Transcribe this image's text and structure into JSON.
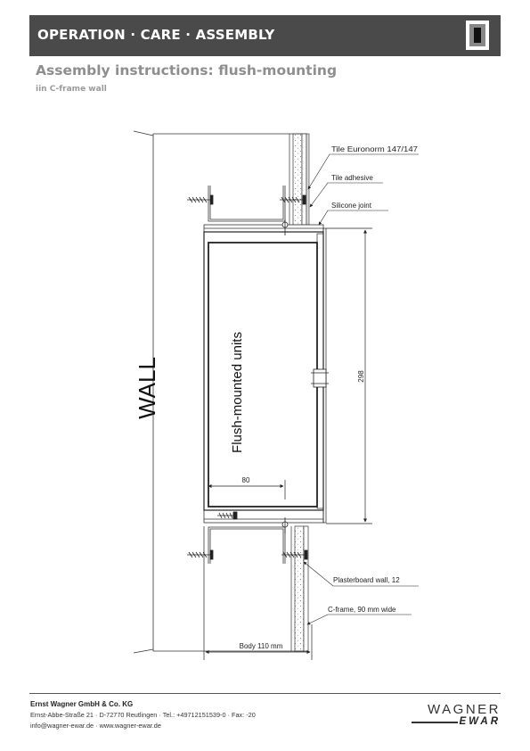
{
  "header": {
    "title": "OPERATION · CARE · ASSEMBLY"
  },
  "page": {
    "title": "Assembly instructions: flush-mounting",
    "subtitle": "iin C-frame wall"
  },
  "drawing": {
    "wall_label": "WALL",
    "unit_label": "Flush-mounted units",
    "tile_label": "Tile Euronorm 147/147",
    "adhesive_label": "Tile adhesive",
    "silicone_label": "Silicone joint",
    "plasterboard_label": "Plasterboard wall, 12",
    "cframe_label": "C-frame, 90 mm wide",
    "body_label": "Body 110 mm",
    "height_dim": "298",
    "depth_dim": "80"
  },
  "footer": {
    "company": "Ernst Wagner GmbH & Co. KG",
    "address": "Ernst-Abbe-Straße 21 · D-72770 Reutlingen · Tel.: +49712151539-0 · Fax: -20",
    "web": "info@wagner-ewar.de · www.wagner-ewar.de",
    "logo_top": "WAGNER",
    "logo_bottom": "EWAR"
  }
}
